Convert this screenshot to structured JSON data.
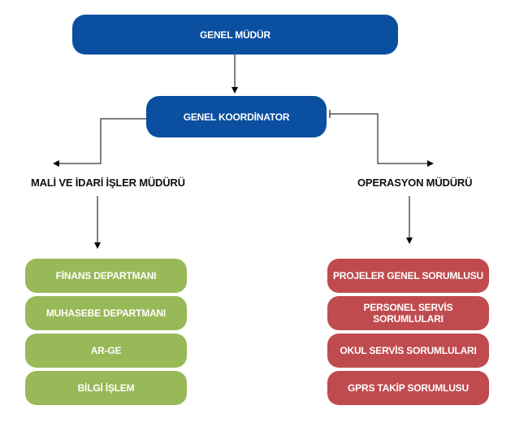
{
  "top": {
    "label": "GENEL MÜDÜR"
  },
  "coordinator": {
    "label": "GENEL KOORDİNATOR"
  },
  "left_manager": {
    "label": "MALİ VE İDARİ İŞLER MÜDÜRÜ"
  },
  "right_manager": {
    "label": "OPERASYON MÜDÜRÜ"
  },
  "left_units": [
    "FİNANS DEPARTMANI",
    "MUHASEBE DEPARTMANI",
    "AR-GE",
    "BİLGİ İŞLEM"
  ],
  "right_units": [
    "PROJELER GENEL SORUMLUSU",
    "PERSONEL SERVİS SORUMLULARI",
    "OKUL SERVİS SORUMLULARI",
    "GPRS TAKİP SORUMLUSU"
  ],
  "colors": {
    "top_box": "#0a4fa0",
    "left_units": "#98b957",
    "right_units": "#c04b4e",
    "connector": "#000000"
  }
}
